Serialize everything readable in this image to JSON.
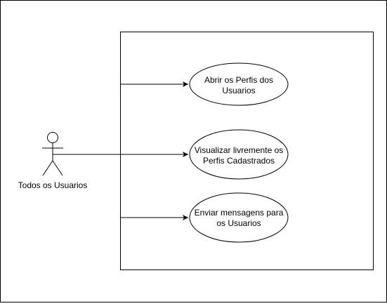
{
  "diagram": {
    "actor": {
      "label": "Todos os Usuarios"
    },
    "use_cases": [
      {
        "line1": "Abrir os Perfis dos",
        "line2": "Usuarios"
      },
      {
        "line1": "Visualizar livremente os",
        "line2": "Perfis Cadastrados"
      },
      {
        "line1": "Enviar mensagens para",
        "line2": "os Usuarios"
      }
    ]
  }
}
